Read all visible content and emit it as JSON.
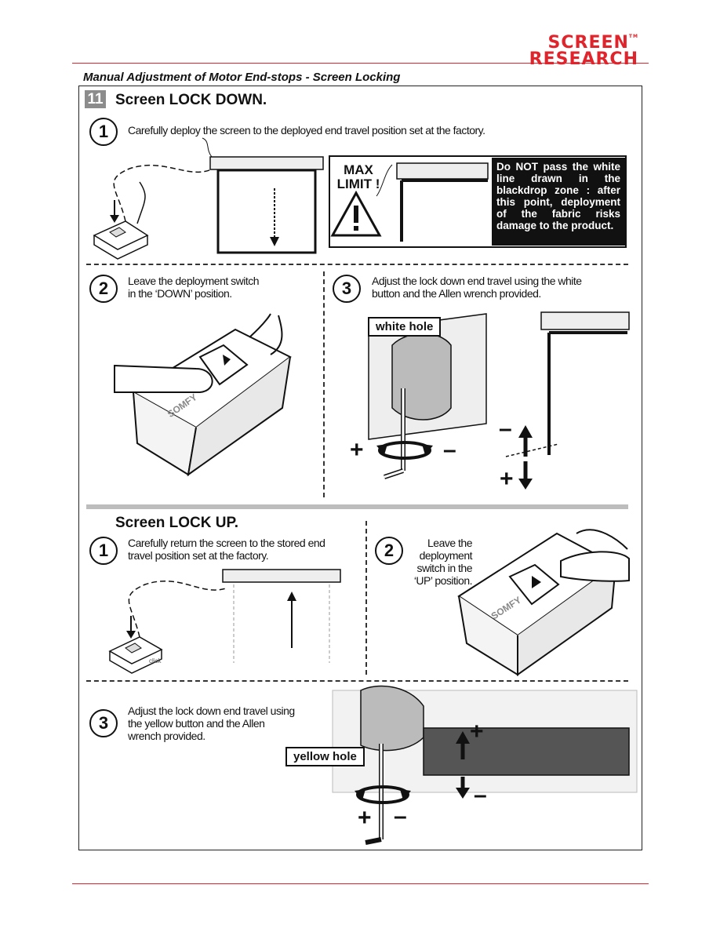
{
  "brand": {
    "line1": "SCREEN",
    "line2": "RESEARCH",
    "tm": "TM"
  },
  "page_title": "Manual Adjustment of Motor End-stops - Screen Locking",
  "section_number": "11",
  "lock_down": {
    "heading": "Screen LOCK DOWN.",
    "step1": {
      "num": "1",
      "text": "Carefully deploy the screen to the  deployed end travel position set at the factory."
    },
    "max_limit": "MAX LIMIT !",
    "warning": "Do NOT pass the white line drawn in the blackdrop zone : after this point, deployment of the fabric risks damage to the product.",
    "step2": {
      "num": "2",
      "line1": "Leave the deployment switch",
      "line2": "in the ‘DOWN’ position."
    },
    "step3": {
      "num": "3",
      "line1": "Adjust the lock down end travel using the white",
      "line2": "button and the Allen wrench provided."
    },
    "hole_label": "white hole",
    "plus": "+",
    "minus": "–"
  },
  "lock_up": {
    "heading": "Screen LOCK UP.",
    "step1": {
      "num": "1",
      "line1": "Carefully  return the screen to the stored end",
      "line2": "travel position set at the factory."
    },
    "step2": {
      "num": "2",
      "line1": "Leave the",
      "line2": "deployment",
      "line3": "switch in the",
      "line4": "‘UP’ position."
    },
    "step3": {
      "num": "3",
      "line1": "Adjust the lock down end travel using",
      "line2": "the yellow button and the Allen",
      "line3": "wrench provided."
    },
    "hole_label": "yellow  hole",
    "click": "click",
    "plus": "+",
    "minus": "–"
  },
  "switch_brand": "SOMFY",
  "colors": {
    "accent": "#e1232b",
    "dark": "#111111",
    "grey": "#bdbdbd"
  },
  "icons": [
    "warning-triangle-icon",
    "arrow-down-icon",
    "arrow-up-icon",
    "rotate-arrows-icon"
  ]
}
